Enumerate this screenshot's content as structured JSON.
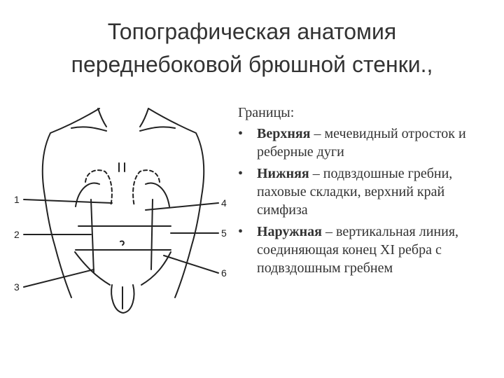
{
  "title": {
    "line1": "Топографическая анатомия",
    "line2": "переднебоковой брюшной стенки.,"
  },
  "content": {
    "intro": "Границы:",
    "items": [
      {
        "bullet": "•",
        "term": "Верхняя",
        "rest": " – мечевидный отросток и реберные дуги"
      },
      {
        "bullet": "•",
        "term": "Нижняя",
        "rest": " – подвздошные гребни, паховые складки, верхний край симфиза"
      },
      {
        "bullet": "•",
        "term": "Наружная",
        "rest": " – вертикальная линия, соединяющая конец XI ребра с подвздошным гребнем"
      }
    ]
  },
  "figure": {
    "labels": [
      "1",
      "2",
      "3",
      "4",
      "5",
      "6"
    ]
  }
}
